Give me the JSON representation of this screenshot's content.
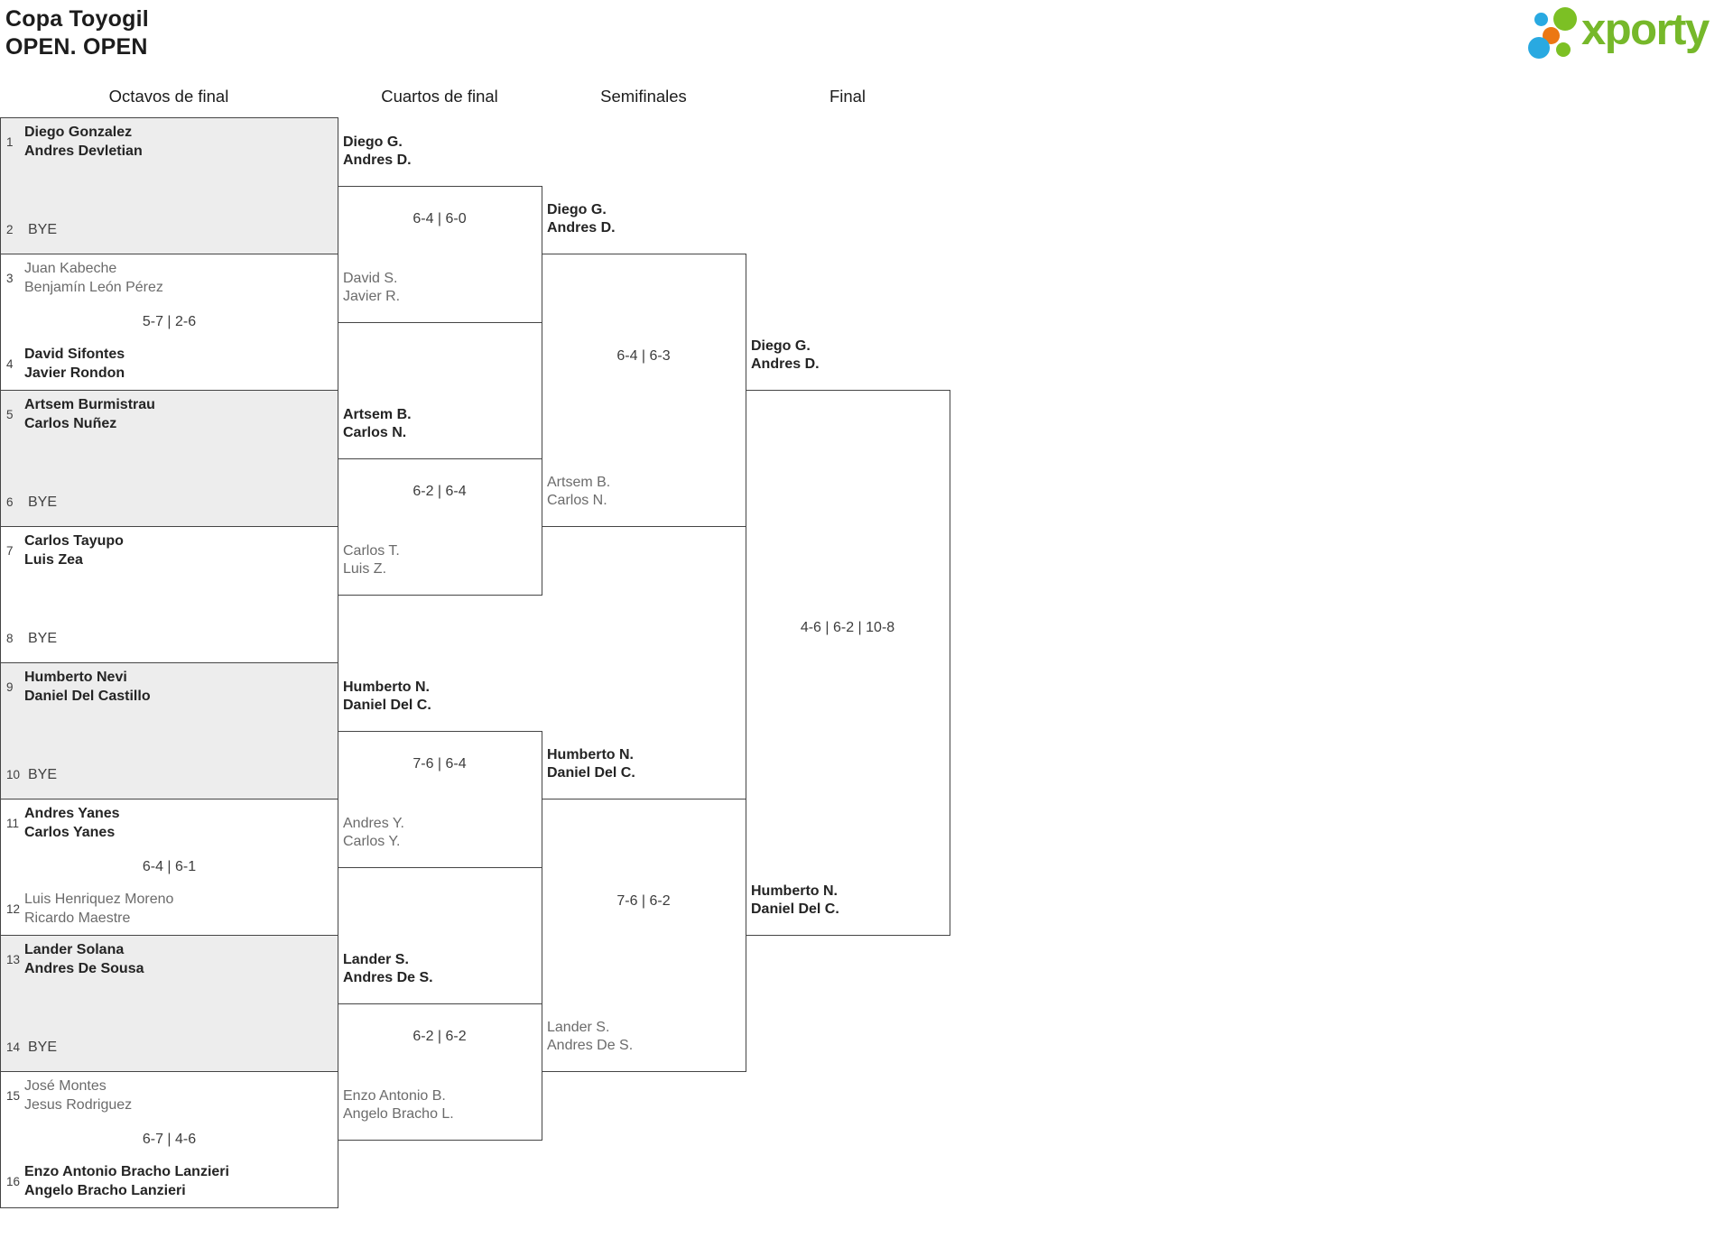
{
  "header": {
    "title": "Copa Toyogil",
    "subtitle": "OPEN. OPEN"
  },
  "logo": {
    "brand": "xporty",
    "text_color": "#76b82a",
    "dot_colors": {
      "blue": "#29a9e1",
      "green": "#7cc024",
      "orange": "#ec7712"
    }
  },
  "rounds": [
    {
      "label": "Octavos de final"
    },
    {
      "label": "Cuartos de final"
    },
    {
      "label": "Semifinales"
    },
    {
      "label": "Final"
    }
  ],
  "round_of_16": [
    {
      "shaded": true,
      "score": "",
      "top": {
        "seed": "1",
        "lines": [
          "Diego Gonzalez",
          "Andres Devletian"
        ],
        "winner": true
      },
      "bottom": {
        "seed": "2",
        "lines": [
          "BYE"
        ],
        "bye": true
      }
    },
    {
      "shaded": false,
      "score": "5-7 | 2-6",
      "top": {
        "seed": "3",
        "lines": [
          "Juan Kabeche",
          "Benjamín León Pérez"
        ],
        "winner": false
      },
      "bottom": {
        "seed": "4",
        "lines": [
          "David Sifontes",
          "Javier Rondon"
        ],
        "winner": true
      }
    },
    {
      "shaded": true,
      "score": "",
      "top": {
        "seed": "5",
        "lines": [
          "Artsem Burmistrau",
          "Carlos Nuñez"
        ],
        "winner": true
      },
      "bottom": {
        "seed": "6",
        "lines": [
          "BYE"
        ],
        "bye": true
      }
    },
    {
      "shaded": false,
      "score": "",
      "top": {
        "seed": "7",
        "lines": [
          "Carlos Tayupo",
          "Luis Zea"
        ],
        "winner": true
      },
      "bottom": {
        "seed": "8",
        "lines": [
          "BYE"
        ],
        "bye": true
      }
    },
    {
      "shaded": true,
      "score": "",
      "top": {
        "seed": "9",
        "lines": [
          "Humberto Nevi",
          "Daniel Del Castillo"
        ],
        "winner": true
      },
      "bottom": {
        "seed": "10",
        "lines": [
          "BYE"
        ],
        "bye": true
      }
    },
    {
      "shaded": false,
      "score": "6-4 | 6-1",
      "top": {
        "seed": "11",
        "lines": [
          "Andres Yanes",
          "Carlos Yanes"
        ],
        "winner": true
      },
      "bottom": {
        "seed": "12",
        "lines": [
          "Luis Henriquez Moreno",
          "Ricardo Maestre"
        ],
        "winner": false
      }
    },
    {
      "shaded": true,
      "score": "",
      "top": {
        "seed": "13",
        "lines": [
          "Lander Solana",
          "Andres De Sousa"
        ],
        "winner": true
      },
      "bottom": {
        "seed": "14",
        "lines": [
          "BYE"
        ],
        "bye": true
      }
    },
    {
      "shaded": false,
      "score": "6-7 | 4-6",
      "top": {
        "seed": "15",
        "lines": [
          "José Montes",
          "Jesus Rodriguez"
        ],
        "winner": false
      },
      "bottom": {
        "seed": "16",
        "lines": [
          "Enzo Antonio Bracho Lanzieri",
          "Angelo Bracho Lanzieri"
        ],
        "winner": true
      }
    }
  ],
  "quarterfinals": [
    {
      "score": "6-4 | 6-0",
      "top": {
        "lines": [
          "Diego G.",
          "Andres D."
        ],
        "winner": true
      },
      "bottom": {
        "lines": [
          "David S.",
          "Javier R."
        ],
        "winner": false
      }
    },
    {
      "score": "6-2 | 6-4",
      "top": {
        "lines": [
          "Artsem B.",
          "Carlos N."
        ],
        "winner": true
      },
      "bottom": {
        "lines": [
          "Carlos T.",
          "Luis Z."
        ],
        "winner": false
      }
    },
    {
      "score": "7-6 | 6-4",
      "top": {
        "lines": [
          "Humberto N.",
          "Daniel Del C."
        ],
        "winner": true
      },
      "bottom": {
        "lines": [
          "Andres Y.",
          "Carlos Y."
        ],
        "winner": false
      }
    },
    {
      "score": "6-2 | 6-2",
      "top": {
        "lines": [
          "Lander S.",
          "Andres De S."
        ],
        "winner": true
      },
      "bottom": {
        "lines": [
          "Enzo Antonio B.",
          "Angelo Bracho L."
        ],
        "winner": false
      }
    }
  ],
  "semifinals": [
    {
      "score": "6-4 | 6-3",
      "top": {
        "lines": [
          "Diego G.",
          "Andres D."
        ],
        "winner": true
      },
      "bottom": {
        "lines": [
          "Artsem B.",
          "Carlos N."
        ],
        "winner": false
      }
    },
    {
      "score": "7-6 | 6-2",
      "top": {
        "lines": [
          "Humberto N.",
          "Daniel Del C."
        ],
        "winner": true
      },
      "bottom": {
        "lines": [
          "Lander S.",
          "Andres De S."
        ],
        "winner": false
      }
    }
  ],
  "final": [
    {
      "score": "4-6 | 6-2 | 10-8",
      "top": {
        "lines": [
          "Diego G.",
          "Andres D."
        ],
        "winner": true
      },
      "bottom": {
        "lines": [
          "Humberto N.",
          "Daniel Del C."
        ],
        "winner": true
      }
    }
  ]
}
